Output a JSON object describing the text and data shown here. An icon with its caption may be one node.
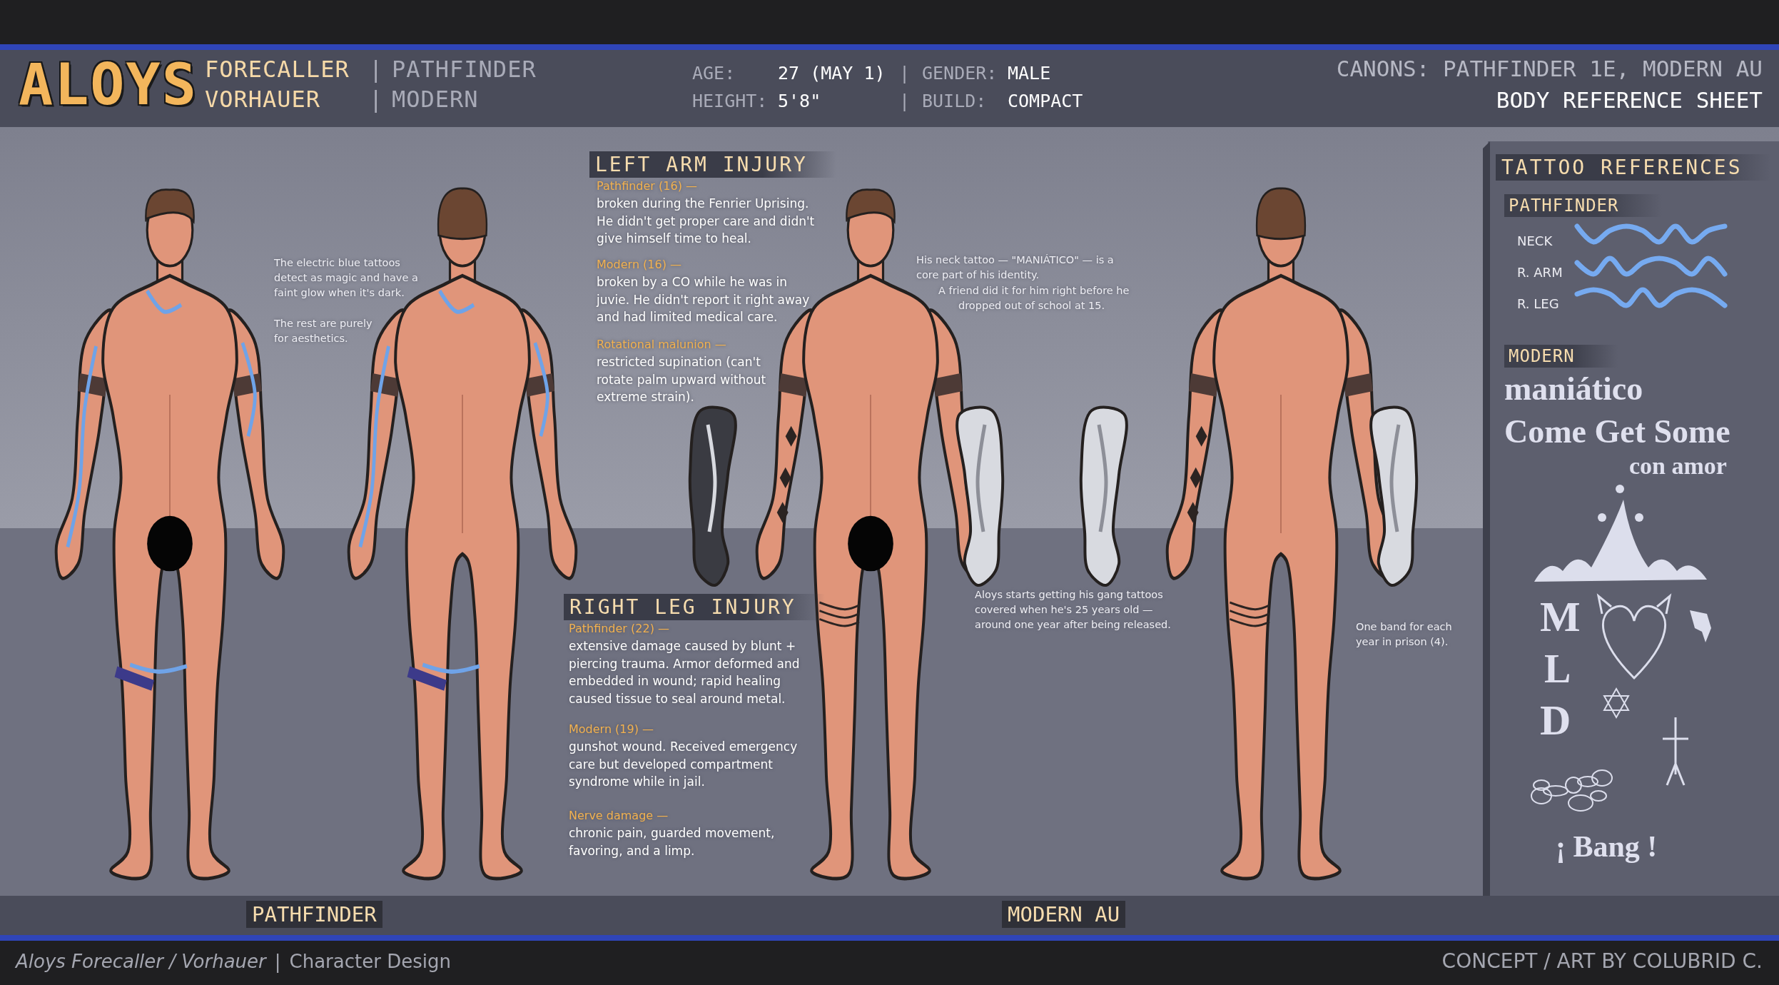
{
  "diagram": {
    "labels": [
      "ALOYS",
      "FORECALLER",
      "|",
      "PATHFINDER",
      "VORHAUER",
      "|",
      "MODERN",
      "AGE:",
      "27 (MAY 1)",
      "|",
      "GENDER:",
      "MALE",
      "HEIGHT:",
      "5'8\"",
      "|",
      "BUILD:",
      "COMPACT",
      "CANONS: PATHFINDER 1E, MODERN AU",
      "BODY REFERENCE SHEET",
      "LEFT ARM INJURY",
      "Pathfinder (16) —",
      "broken during the Fenrier Uprising. He didn't get proper care and didn't give himself time to heal.",
      "Modern (16) —",
      "broken by a CO while he was in juvie. He didn't report it right away and had limited medical care.",
      "Rotational malunion —",
      "restricted supination (can't rotate palm upward without extreme strain).",
      "The electric blue tattoos detect as magic and have a faint glow when it's dark.",
      "The rest are purely for aesthetics.",
      "His neck tattoo — \"MANIÁTICO\" — is a core part of his identity.",
      "A friend did it for him right before he dropped out of school at 15.",
      "TATTOO REFERENCES",
      "PATHFINDER",
      "NECK",
      "R. ARM",
      "R. LEG",
      "MODERN",
      "maniático",
      "Come Get Some",
      "con amor",
      "RIGHT LEG INJURY",
      "Pathfinder (22) —",
      "extensive damage caused by blunt + piercing trauma. Armor deformed and embedded in wound; rapid healing caused tissue to seal around metal.",
      "Modern (19) —",
      "gunshot wound. Received emergency care but developed compartment syndrome while in jail.",
      "Nerve damage —",
      "chronic pain, guarded movement, favoring, and a limp.",
      "Aloys starts getting his gang tattoos covered when he's 25 years old — around one year after being released.",
      "One band for each year in prison (4).",
      "M",
      "L",
      "D",
      "¡ Bang !",
      "PATHFINDER",
      "MODERN AU",
      "Aloys Forecaller / Vorhauer",
      "|",
      "Character Design",
      "CONCEPT / ART BY COLUBRID C."
    ]
  }
}
